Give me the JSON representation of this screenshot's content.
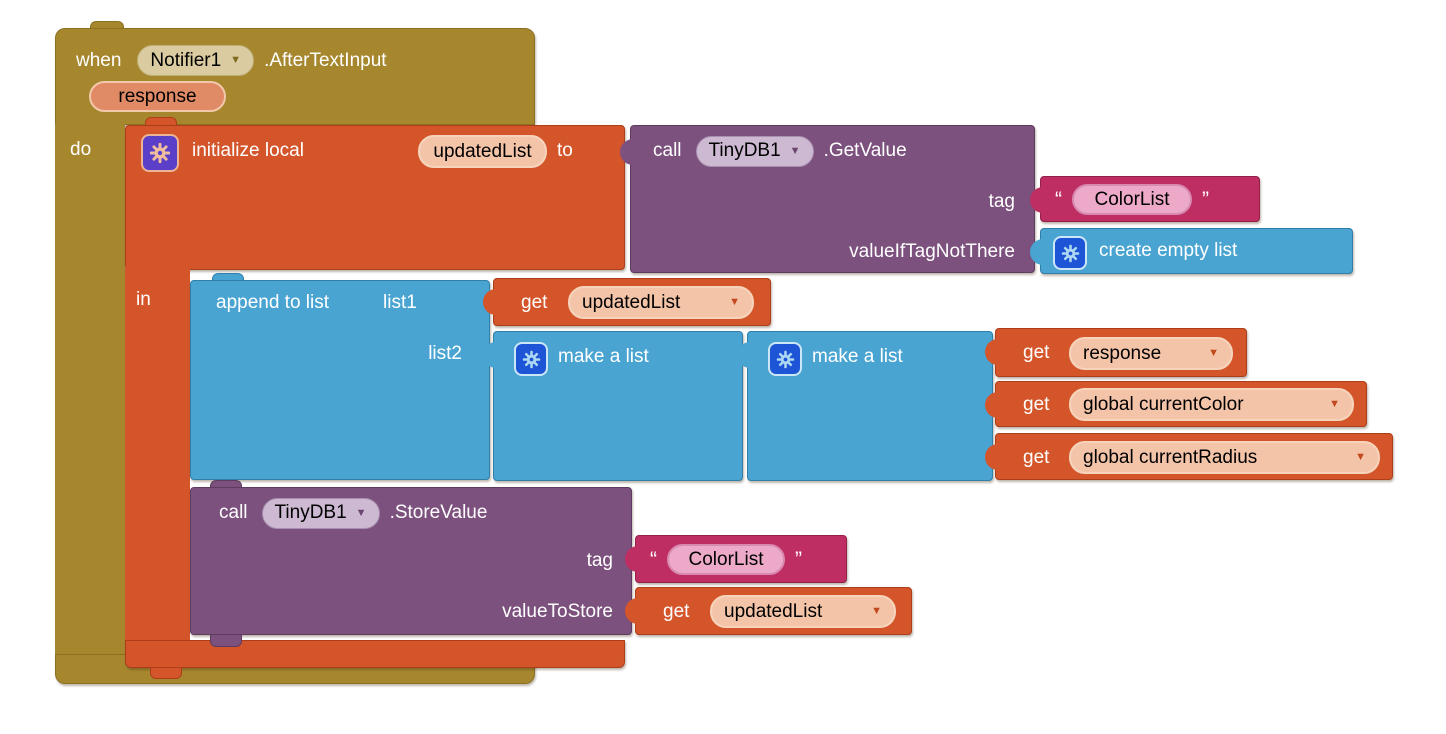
{
  "app": {
    "name": "App Inventor Blocks Editor",
    "view": "blocks workspace"
  },
  "colors": {
    "canvas": "#FFFFFF",
    "event_block": "#A6872E",
    "event_dropdown": "#DACBA0",
    "param_pill": "#E08A66",
    "variables_block": "#D4552A",
    "variables_field": "#F4C4A9",
    "lists_block": "#49A4D2",
    "component_block": "#7C517E",
    "component_dropdown": "#CDBAD2",
    "text_block": "#BE2E63",
    "text_field": "#ECA9C8",
    "mutator_icon_purple": "#5B3FC9",
    "mutator_icon_blue": "#1E55D7"
  },
  "when_block": {
    "keyword": "when",
    "component": "Notifier1",
    "event": ".AfterTextInput",
    "param": "response",
    "do_label": "do"
  },
  "init_local_block": {
    "label": "initialize local",
    "var_field": "updatedList",
    "to_label": "to",
    "in_label": "in"
  },
  "get_value_block": {
    "call_label": "call",
    "component": "TinyDB1",
    "method": ".GetValue",
    "tag_label": "tag",
    "value_if_tag_not_there_label": "valueIfTagNotThere"
  },
  "tag_text_top": {
    "open_quote": "“",
    "value": "ColorList",
    "close_quote": "”"
  },
  "create_empty_list_block": {
    "label": "create empty list"
  },
  "append_block": {
    "label": "append to list",
    "list1_label": "list1",
    "list2_label": "list2"
  },
  "get_updated_list_top": {
    "get_label": "get",
    "var": "updatedList"
  },
  "make_list_outer": {
    "label": "make a list"
  },
  "make_list_inner": {
    "label": "make a list"
  },
  "get_response": {
    "get_label": "get",
    "var": "response"
  },
  "get_current_color": {
    "get_label": "get",
    "var": "global currentColor"
  },
  "get_current_radius": {
    "get_label": "get",
    "var": "global currentRadius"
  },
  "store_value_block": {
    "call_label": "call",
    "component": "TinyDB1",
    "method": ".StoreValue",
    "tag_label": "tag",
    "value_to_store_label": "valueToStore"
  },
  "tag_text_bottom": {
    "open_quote": "“",
    "value": "ColorList",
    "close_quote": "”"
  },
  "get_updated_list_bottom": {
    "get_label": "get",
    "var": "updatedList"
  }
}
